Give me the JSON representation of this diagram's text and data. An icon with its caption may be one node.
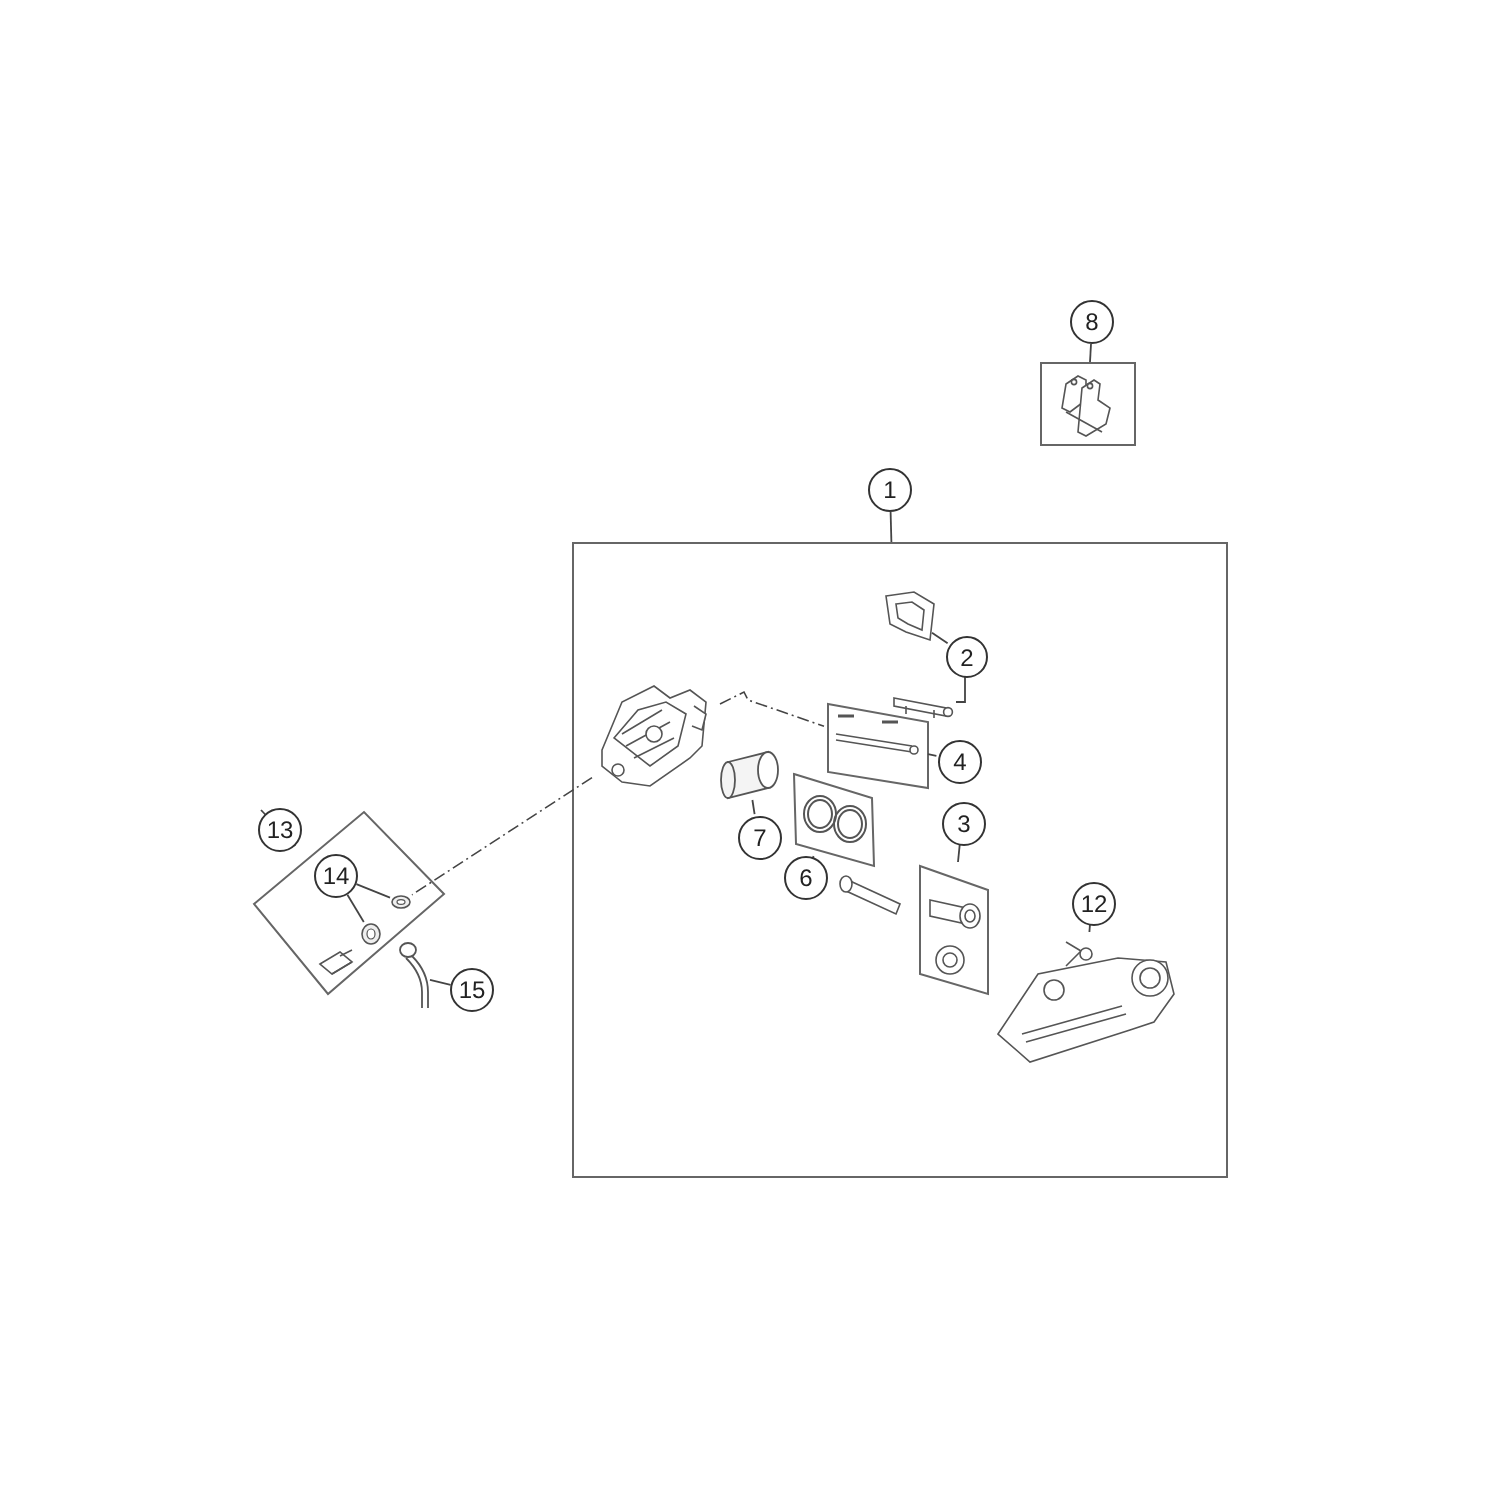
{
  "diagram": {
    "nodes": [
      {
        "text": [
          "8"
        ]
      },
      {
        "text": [],
        "shape": "box"
      },
      {
        "text": [
          "1"
        ]
      },
      {
        "text": [],
        "shape": "box"
      },
      {
        "text": [
          "2"
        ],
        "in": 3
      },
      {
        "text": [],
        "shape": "picture",
        "in": 3
      },
      {
        "text": [],
        "shape": "picture",
        "in": 3
      },
      {
        "text": [],
        "shape": "picture",
        "in": 3
      },
      {
        "text": [
          "4"
        ],
        "in": 3
      },
      {
        "text": [],
        "shape": "box",
        "in": 3
      },
      {
        "text": [
          "7"
        ],
        "in": 3
      },
      {
        "text": [],
        "shape": "cylinder",
        "in": 3
      },
      {
        "text": [
          "6"
        ],
        "in": 3
      },
      {
        "text": [],
        "shape": "box",
        "in": 3
      },
      {
        "text": [
          "3"
        ],
        "in": 3
      },
      {
        "text": [],
        "shape": "box",
        "in": 3
      },
      {
        "text": [
          "12"
        ],
        "in": 3
      },
      {
        "text": [],
        "shape": "picture",
        "in": 3
      },
      {
        "text": [
          "13"
        ]
      },
      {
        "text": [],
        "shape": "box"
      },
      {
        "text": [
          "14"
        ],
        "in": 19
      },
      {
        "text": [],
        "shape": "circle",
        "in": 19
      },
      {
        "text": [],
        "shape": "circle",
        "in": 19
      },
      {
        "text": [
          "15"
        ]
      },
      {
        "text": [],
        "shape": "picture"
      }
    ],
    "edges": [
      {
        "from": 0,
        "to": 1,
        "arrow": "none"
      },
      {
        "from": 2,
        "to": 3,
        "arrow": "none"
      },
      {
        "from": 4,
        "to": 5,
        "arrow": "none"
      },
      {
        "from": 4,
        "to": 6,
        "arrow": "none"
      },
      {
        "from": 8,
        "to": 9,
        "arrow": "none"
      },
      {
        "from": 10,
        "to": 11,
        "arrow": "none"
      },
      {
        "from": 12,
        "to": 13,
        "arrow": "none"
      },
      {
        "from": 14,
        "to": 15,
        "arrow": "none"
      },
      {
        "from": 16,
        "to": 17,
        "arrow": "none"
      },
      {
        "from": 18,
        "to": 19,
        "arrow": "none"
      },
      {
        "from": 20,
        "to": 21,
        "arrow": "none"
      },
      {
        "from": 20,
        "to": 22,
        "arrow": "none"
      },
      {
        "from": 23,
        "to": 24,
        "arrow": "none"
      },
      {
        "from": 7,
        "to": 9,
        "arrow": "none",
        "style": "dashed"
      },
      {
        "from": 7,
        "to": 21,
        "arrow": "none",
        "style": "dashed"
      }
    ]
  }
}
